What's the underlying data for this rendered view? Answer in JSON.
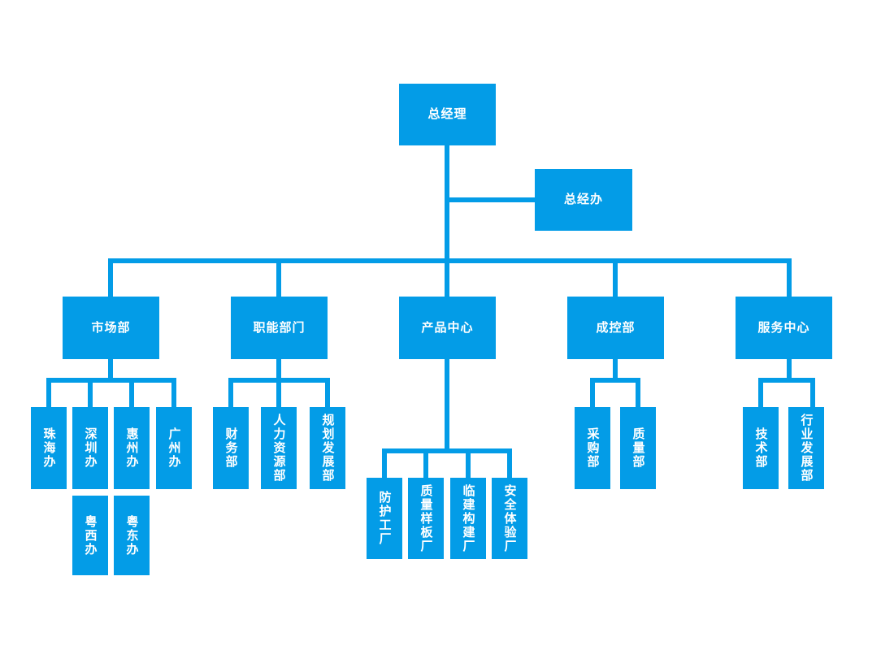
{
  "theme": {
    "box_color": "#039ce7",
    "line_color": "#039ce7",
    "text_color": "#ffffff",
    "background": "#ffffff"
  },
  "chart_data": {
    "type": "diagram",
    "title": "",
    "orientation": "top-down organizational hierarchy",
    "root": "总经理"
  },
  "org": {
    "root": {
      "label": "总经理"
    },
    "staff": {
      "label": "总经办"
    },
    "divisions": [
      {
        "label": "市场部",
        "children": [
          {
            "label": "珠海办"
          },
          {
            "label": "深圳办"
          },
          {
            "label": "惠州办"
          },
          {
            "label": "广州办"
          }
        ],
        "extra_children": [
          {
            "label": "粤西办"
          },
          {
            "label": "粤东办"
          }
        ]
      },
      {
        "label": "职能部门",
        "children": [
          {
            "label": "财务部"
          },
          {
            "label": "人力资源部"
          },
          {
            "label": "规划发展部"
          }
        ],
        "extra_children": []
      },
      {
        "label": "产品中心",
        "children": [
          {
            "label": "防护工厂"
          },
          {
            "label": "质量样板厂"
          },
          {
            "label": "临建构建厂"
          },
          {
            "label": "安全体验厂"
          }
        ],
        "extra_children": []
      },
      {
        "label": "成控部",
        "children": [
          {
            "label": "采购部"
          },
          {
            "label": "质量部"
          }
        ],
        "extra_children": []
      },
      {
        "label": "服务中心",
        "children": [
          {
            "label": "技术部"
          },
          {
            "label": "行业发展部"
          }
        ],
        "extra_children": []
      }
    ]
  }
}
